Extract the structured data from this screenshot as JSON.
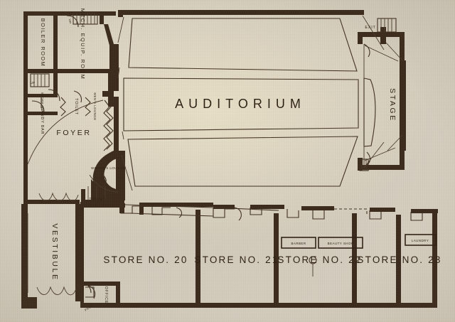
{
  "document": {
    "kind": "architectural-floor-plan",
    "subject": "Theater and retail block ground floor plan"
  },
  "rooms": {
    "auditorium": "AUDITORIUM",
    "stage": "STAGE",
    "foyer": "FOYER",
    "vestibule": "VESTIBULE",
    "boiler_room": "BOILER ROOM",
    "mech_equip_room": "MECH. EQUIP. ROOM",
    "mens_toilet": "TOILET",
    "mens_lounge": "MEN'S LOUNGE",
    "store_rm": "STORE RM.",
    "candy_bar": "CANDY BAR",
    "womens_lounge": "WOMEN'S LOUNGE",
    "womens_toilet": "TOILET",
    "office": "OFFICE",
    "office_sub": "FREE"
  },
  "stairs": {
    "up_mech": "UP",
    "up_boiler": "UP"
  },
  "exits": {
    "stage_exit": "EXIT"
  },
  "stores": [
    {
      "name": "STORE NO. 20",
      "tenant": null
    },
    {
      "name": "STORE NO. 21",
      "tenant": null
    },
    {
      "name": "STORE NO. 22",
      "tenant": "BEAUTY SHOP",
      "tenant2": "BARBER"
    },
    {
      "name": "STORE NO. 23",
      "tenant": "LAUNDRY"
    }
  ],
  "tenant_signs": [
    "BARBER",
    "BEAUTY SHOP",
    "LAUNDRY"
  ],
  "colors": {
    "paper": "#d9d2c4",
    "ink": "#3a2a1d",
    "wall_fill": "#3a2a1d",
    "line": "#3f2f21"
  }
}
